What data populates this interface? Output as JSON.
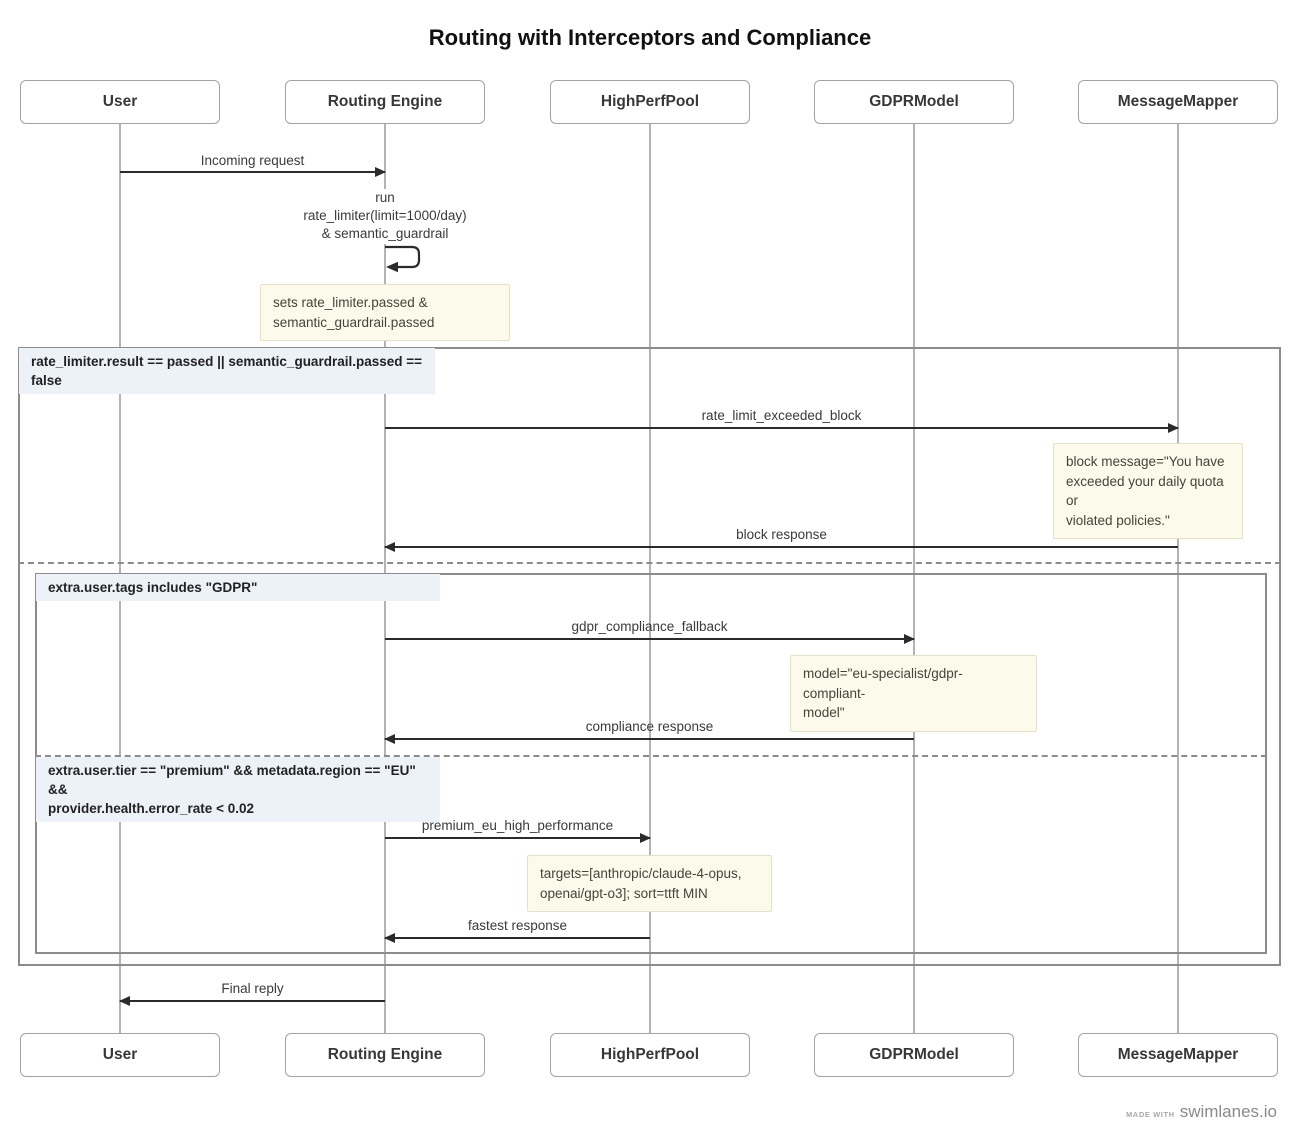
{
  "title": "Routing with Interceptors and Compliance",
  "actors": [
    {
      "name": "User"
    },
    {
      "name": "Routing Engine"
    },
    {
      "name": "HighPerfPool"
    },
    {
      "name": "GDPRModel"
    },
    {
      "name": "MessageMapper"
    }
  ],
  "messages": {
    "incoming_request": "Incoming request",
    "run_interceptors": "run\nrate_limiter(limit=1000/day)\n& semantic_guardrail",
    "rate_limit_exceeded_block": "rate_limit_exceeded_block",
    "block_response": "block response",
    "gdpr_compliance_fallback": "gdpr_compliance_fallback",
    "compliance_response": "compliance response",
    "premium_eu_high_performance": "premium_eu_high_performance",
    "fastest_response": "fastest response",
    "final_reply": "Final reply"
  },
  "conditions": {
    "rate_limit_block": "rate_limiter.result == passed || semantic_guardrail.passed ==\nfalse",
    "gdpr_tag": "extra.user.tags includes \"GDPR\"",
    "premium_eu": "extra.user.tier == \"premium\" && metadata.region == \"EU\" &&\nprovider.health.error_rate < 0.02"
  },
  "notes": {
    "interceptor_sets": "sets rate_limiter.passed &\nsemantic_guardrail.passed",
    "block_message": "block message=\"You have\nexceeded your daily quota or\nviolated policies.\"",
    "gdpr_model": "model=\"eu-specialist/gdpr-compliant-\nmodel\"",
    "premium_targets": "targets=[anthropic/claude-4-opus,\nopenai/gpt-o3]; sort=ttft MIN"
  },
  "footer": {
    "made_with": "MADE WITH",
    "brand": "swimlanes.io"
  },
  "colors": {
    "note_bg": "#fcfaeb",
    "note_border": "#e5e1c9",
    "condition_bg": "#edf1f8",
    "block_border": "#8c8c8c",
    "lifeline": "#b3b3b3",
    "actor_border": "#a3a3a3",
    "arrow": "#2b2b2b"
  }
}
